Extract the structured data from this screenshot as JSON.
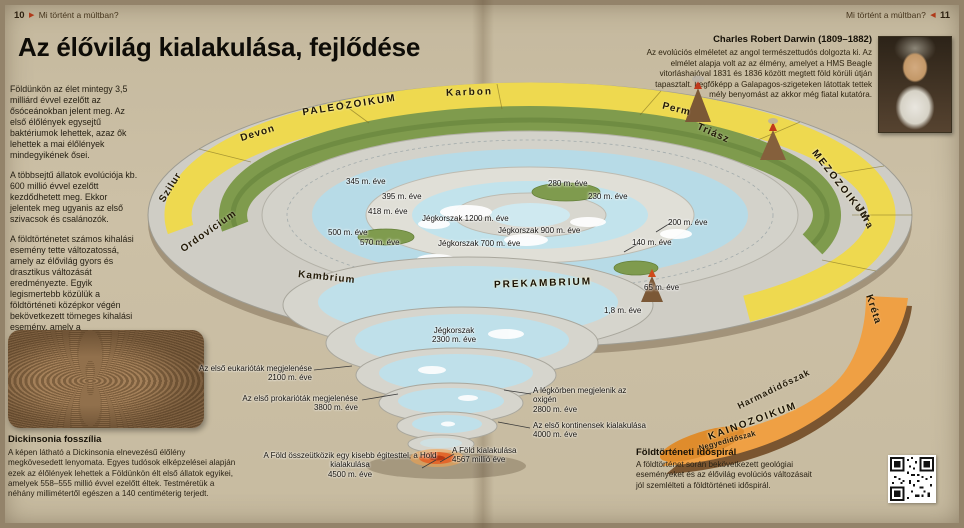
{
  "header": {
    "left_page_number": "10",
    "right_page_number": "11",
    "section_title": "Mi történt a múltban?"
  },
  "title": "Az élővilág kialakulása, fejlődése",
  "intro": {
    "p1": "Földünkön az élet mintegy 3,5 milliárd évvel ezelőtt az ősóceánokban jelent meg. Az első élőlények egysejtű baktériumok lehettek, azaz ők lehettek a mai élőlények mindegyikének ősei.",
    "p2": "A többsejtű állatok evolúciója kb. 600 millió évvel ezelőtt kezdődhetett meg. Ekkor jelentek meg ugyanis az első szivacsok és csalánozók.",
    "p3": "A földtörténetet számos kihalási esemény tette változatossá, amely az élővilág gyors és drasztikus változását eredményezte. Egyik legismertebb közülük a földtörténeti középkor végén bekövetkezett tömeges kihalási esemény, amely a dinoszauruszok eltűnését okozta."
  },
  "fossil": {
    "heading": "Dickinsonia fosszília",
    "body": "A képen látható a Dickinsonia elnevezésű élőlény megkövesedett lenyomata. Egyes tudósok elképzelései alapján ezek az élőlények lehettek a Földünkön élt első állatok egyikei, amelyek 558–555 millió évvel ezelőtt éltek. Testméretük a néhány millimétertől egészen a 140 centiméterig terjedt."
  },
  "darwin": {
    "heading": "Charles Robert Darwin (1809–1882)",
    "body": "Az evolúciós elméletet az angol természettudós dolgozta ki. Az elmélet alapja volt az az élmény, amelyet a HMS Beagle vitorláshajóval 1831 és 1836 között megtett föld körüli útján tapasztalt. Legfőképp a Galapagos-szigeteken látottak tettek mély benyomást az akkor még fiatal kutatóra."
  },
  "spiral": {
    "eras": [
      "PALEOZOIKUM",
      "MEZOZOIKUM",
      "PREKAMBRIUM",
      "KAINOZOIKUM"
    ],
    "periods": [
      "Kambrium",
      "Ordovícium",
      "Szilur",
      "Devon",
      "Karbon",
      "Perm",
      "Triász",
      "Jura",
      "Kréta",
      "Harmadidőszak",
      "Negyedidőszak"
    ],
    "time_labels": [
      "345 m. éve",
      "395 m. éve",
      "418 m. éve",
      "500 m. éve",
      "570 m. éve",
      "280 m. éve",
      "230 m. éve",
      "200 m. éve",
      "140 m. éve",
      "65 m. éve",
      "1,8 m. éve",
      "Jégkorszak 1200 m. éve",
      "Jégkorszak 900 m. éve",
      "Jégkorszak 700 m. éve",
      "Jégkorszak 2300 m. éve"
    ],
    "events": [
      {
        "text": "Az első eukarióták megjelenése",
        "time": "2100 m. éve"
      },
      {
        "text": "Az első prokarióták megjelenése",
        "time": "3800 m. éve"
      },
      {
        "text": "A légkörben megjelenik az oxigén",
        "time": "2800 m. éve"
      },
      {
        "text": "Az első kontinensek kialakulása",
        "time": "4000 m. éve"
      },
      {
        "text": "A Föld összeütközik egy kisebb égitesttel, a Hold kialakulása",
        "time": "4500 m. éve"
      },
      {
        "text": "A Föld kialakulása",
        "time": "4567 millió éve"
      }
    ]
  },
  "spiral_caption": {
    "heading": "Földtörténeti időspirál",
    "body": "A földtörténet során bekövetkezett geológiai eseményeket és az élővilág evolúciós változásait jól szemlélteti a földtörténeti időspirál."
  },
  "colors": {
    "page_background": "#c9bda3",
    "paleozoic_band": "#eed94f",
    "cenozoic_band": "#efa044",
    "water": "#b7dbe7",
    "terrain": "#7f9b4d",
    "ring_gray": "#d3d2ca"
  }
}
